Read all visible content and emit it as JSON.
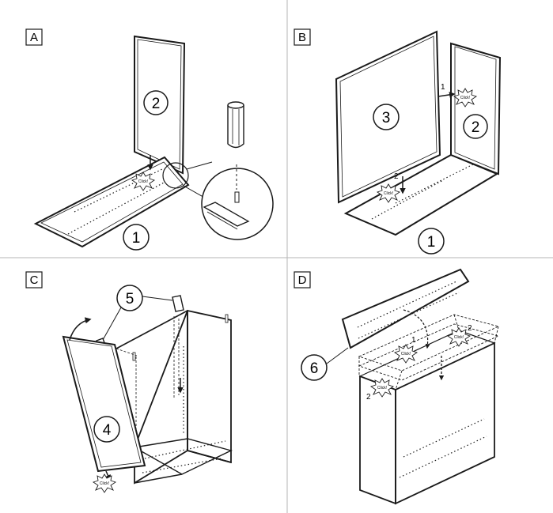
{
  "panels": [
    {
      "letter": "A",
      "parts": [
        "2",
        "1"
      ],
      "click": "Click!"
    },
    {
      "letter": "B",
      "parts": [
        "3",
        "2",
        "1"
      ],
      "steps": [
        "1",
        "2"
      ],
      "click": "Click!"
    },
    {
      "letter": "C",
      "parts": [
        "5",
        "4"
      ],
      "click": "Click!"
    },
    {
      "letter": "D",
      "parts": [
        "6"
      ],
      "steps": [
        "1",
        "2",
        "2"
      ],
      "click": "Click!"
    }
  ],
  "colors": {
    "line": "#1a1a1a",
    "divider": "#b5b5b5",
    "background": "#ffffff"
  }
}
